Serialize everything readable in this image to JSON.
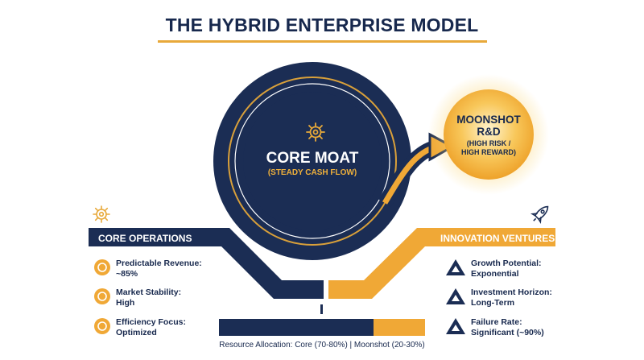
{
  "title": "THE HYBRID ENTERPRISE MODEL",
  "core": {
    "title": "CORE MOAT",
    "subtitle": "(STEADY CASH FLOW)"
  },
  "moonshot": {
    "title_line1": "MOONSHOT",
    "title_line2": "R&D",
    "sub_line1": "(HIGH RISK /",
    "sub_line2": "HIGH REWARD)"
  },
  "left_panel": {
    "label": "CORE OPERATIONS",
    "icon": "gear-icon",
    "items": [
      {
        "line1": "Predictable Revenue:",
        "line2": "~85%"
      },
      {
        "line1": "Market Stability:",
        "line2": "High"
      },
      {
        "line1": "Efficiency Focus:",
        "line2": "Optimized"
      }
    ]
  },
  "right_panel": {
    "label": "INNOVATION VENTURES",
    "icon": "rocket-icon",
    "items": [
      {
        "line1": "Growth Potential:",
        "line2": "Exponential"
      },
      {
        "line1": "Investment Horizon:",
        "line2": "Long-Term"
      },
      {
        "line1": "Failure Rate:",
        "line2": "Significant (~90%)"
      }
    ]
  },
  "allocation": {
    "label": "Resource Allocation: Core (70-80%) | Moonshot (20-30%)",
    "core_fraction": 0.75,
    "moonshot_fraction": 0.25
  },
  "colors": {
    "navy": "#1b2d54",
    "gold": "#f0a836",
    "glow": "#fbd77a"
  }
}
